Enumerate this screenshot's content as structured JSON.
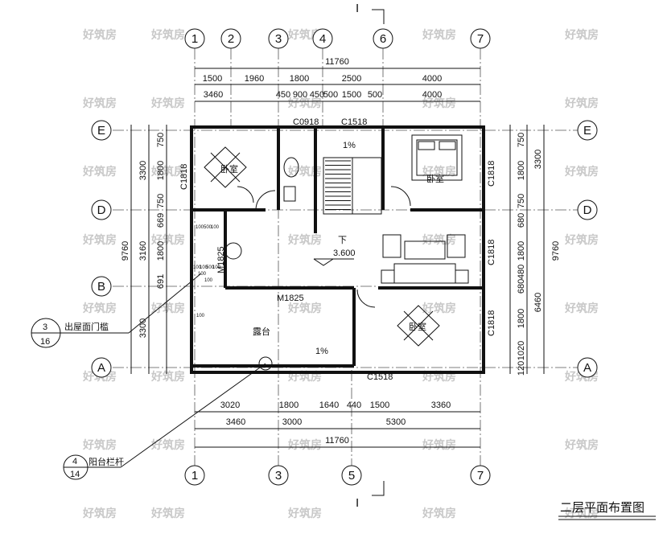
{
  "title": "二层平面布置图",
  "section_mark": "I",
  "watermark": "好筑房",
  "axes": {
    "top": [
      "1",
      "2",
      "3",
      "4",
      "6",
      "7"
    ],
    "bottom": [
      "1",
      "3",
      "5",
      "7"
    ],
    "left": [
      "E",
      "D",
      "B",
      "A"
    ],
    "right": [
      "E",
      "D",
      "A"
    ]
  },
  "dims_top_total": "11760",
  "dims_top_row1": [
    "1500",
    "1960",
    "1800",
    "2500",
    "4000"
  ],
  "dims_top_row2": [
    "3460",
    "450",
    "900",
    "450",
    "500",
    "1500",
    "500",
    "4000"
  ],
  "dims_bottom_row1": [
    "3020",
    "1800",
    "1640",
    "440",
    "1500",
    "3360"
  ],
  "dims_bottom_row2": [
    "3460",
    "3000",
    "5300"
  ],
  "dims_bottom_total": "11760",
  "dims_left_outer": [
    "3300",
    "3160",
    "3300"
  ],
  "dims_left_total": "9760",
  "dims_left_inner": [
    "750",
    "1800",
    "750",
    "669",
    "1800",
    "691"
  ],
  "dims_right_inner": [
    "750",
    "1800",
    "750",
    "680",
    "1800",
    "480",
    "680",
    "1800",
    "1020",
    "120"
  ],
  "dims_right_outer": [
    "3300",
    "6460"
  ],
  "dims_right_total": "9760",
  "windows": [
    "C0918",
    "C1518",
    "C1818",
    "C1818",
    "C1818",
    "C1818",
    "C1518"
  ],
  "doors": [
    "M1825",
    "M1825"
  ],
  "rooms": {
    "bedroom_small": "卧室",
    "bedroom_master": "卧室",
    "bedroom_right": "卧室",
    "terrace": "露台"
  },
  "slope_labels": [
    "1%",
    "1%"
  ],
  "stair_down": "下",
  "elevation": "3.600",
  "detail_refs": [
    {
      "top": "3",
      "bottom": "16",
      "note": "出屋面门槛"
    },
    {
      "top": "4",
      "bottom": "14",
      "note": "阳台栏杆"
    }
  ],
  "small_dims": [
    "100",
    "500",
    "100",
    "100",
    "100",
    "500",
    "100",
    "100",
    "100",
    "100"
  ]
}
